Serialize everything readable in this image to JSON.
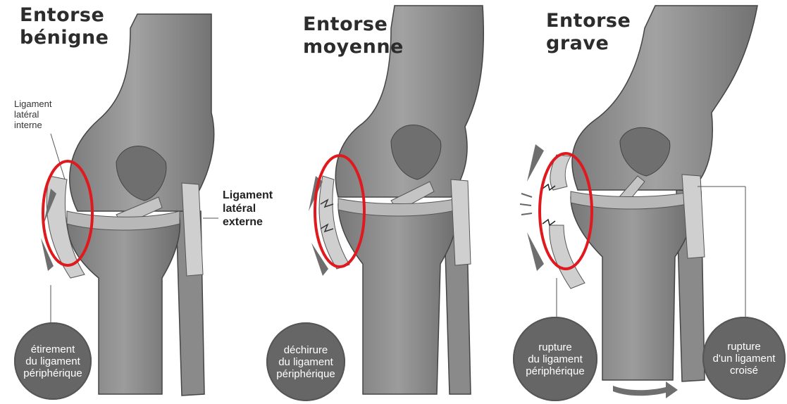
{
  "panels": [
    {
      "title_line1": "Entorse",
      "title_line2": "bénigne"
    },
    {
      "title_line1": "Entorse",
      "title_line2": "moyenne"
    },
    {
      "title_line1": "Entorse",
      "title_line2": "grave"
    }
  ],
  "labels": {
    "ligament_lateral_interne": [
      "Ligament",
      "latéral",
      "interne"
    ],
    "ligament_lateral_externe": [
      "Ligament",
      "latéral",
      "externe"
    ]
  },
  "bubbles": {
    "b1": [
      "étirement",
      "du ligament",
      "périphérique"
    ],
    "b2": [
      "déchirure",
      "du ligament",
      "périphérique"
    ],
    "b3": [
      "rupture",
      "du ligament",
      "périphérique"
    ],
    "b4": [
      "rupture",
      "d'un ligament",
      "croisé"
    ]
  },
  "colors": {
    "highlight": "#e0191f",
    "bone": "#8f8f8f",
    "ligament": "#c9c9c9",
    "arrow": "#6e6e6e"
  }
}
